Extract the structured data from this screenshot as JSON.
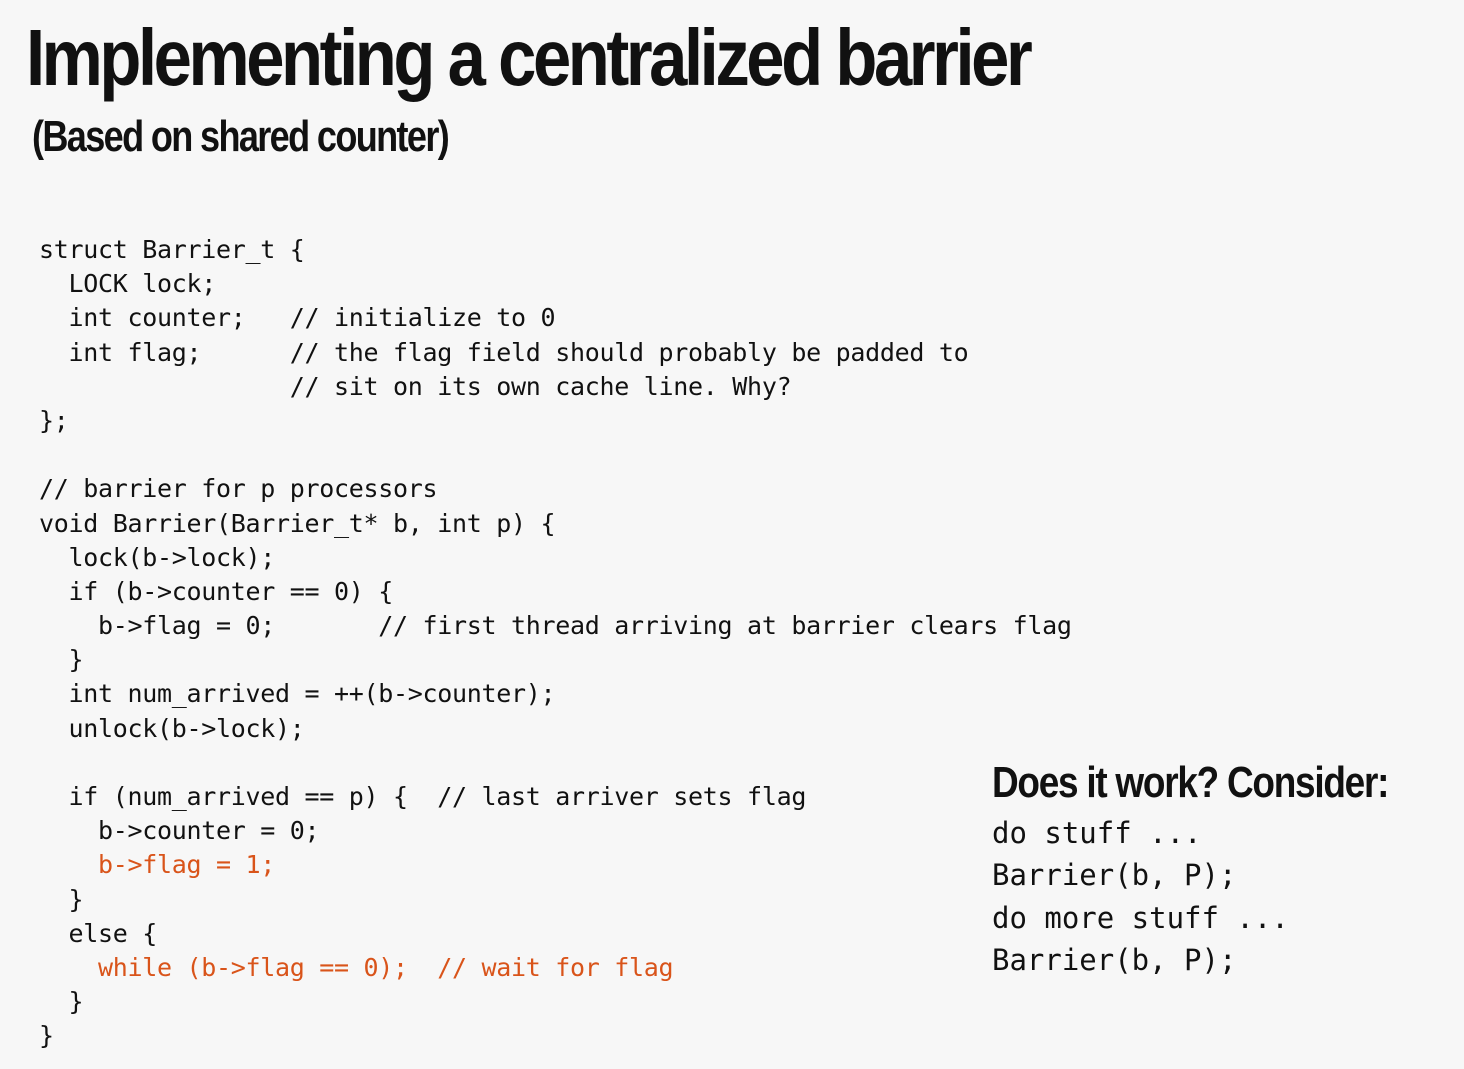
{
  "slide": {
    "title": "Implementing a centralized barrier",
    "subtitle": "(Based on shared counter)"
  },
  "code": {
    "lines": [
      "struct Barrier_t {",
      "  LOCK lock;",
      "  int counter;   // initialize to 0",
      "  int flag;      // the flag field should probably be padded to",
      "                 // sit on its own cache line. Why?",
      "};",
      "",
      "// barrier for p processors",
      "void Barrier(Barrier_t* b, int p) {",
      "  lock(b->lock);",
      "  if (b->counter == 0) {",
      "    b->flag = 0;       // first thread arriving at barrier clears flag",
      "  }",
      "  int num_arrived = ++(b->counter);",
      "  unlock(b->lock);",
      "",
      "  if (num_arrived == p) {  // last arriver sets flag",
      "    b->counter = 0;",
      "    b->flag = 1;",
      "  }",
      "  else {",
      "    while (b->flag == 0);  // wait for flag",
      "  }",
      "}"
    ],
    "highlighted_lines": [
      18,
      21
    ],
    "highlight_color": "#d9541a"
  },
  "side_panel": {
    "heading": "Does it work?  Consider:",
    "lines": [
      "do stuff ...",
      "Barrier(b, P);",
      "do more stuff ...",
      "Barrier(b, P);"
    ]
  }
}
